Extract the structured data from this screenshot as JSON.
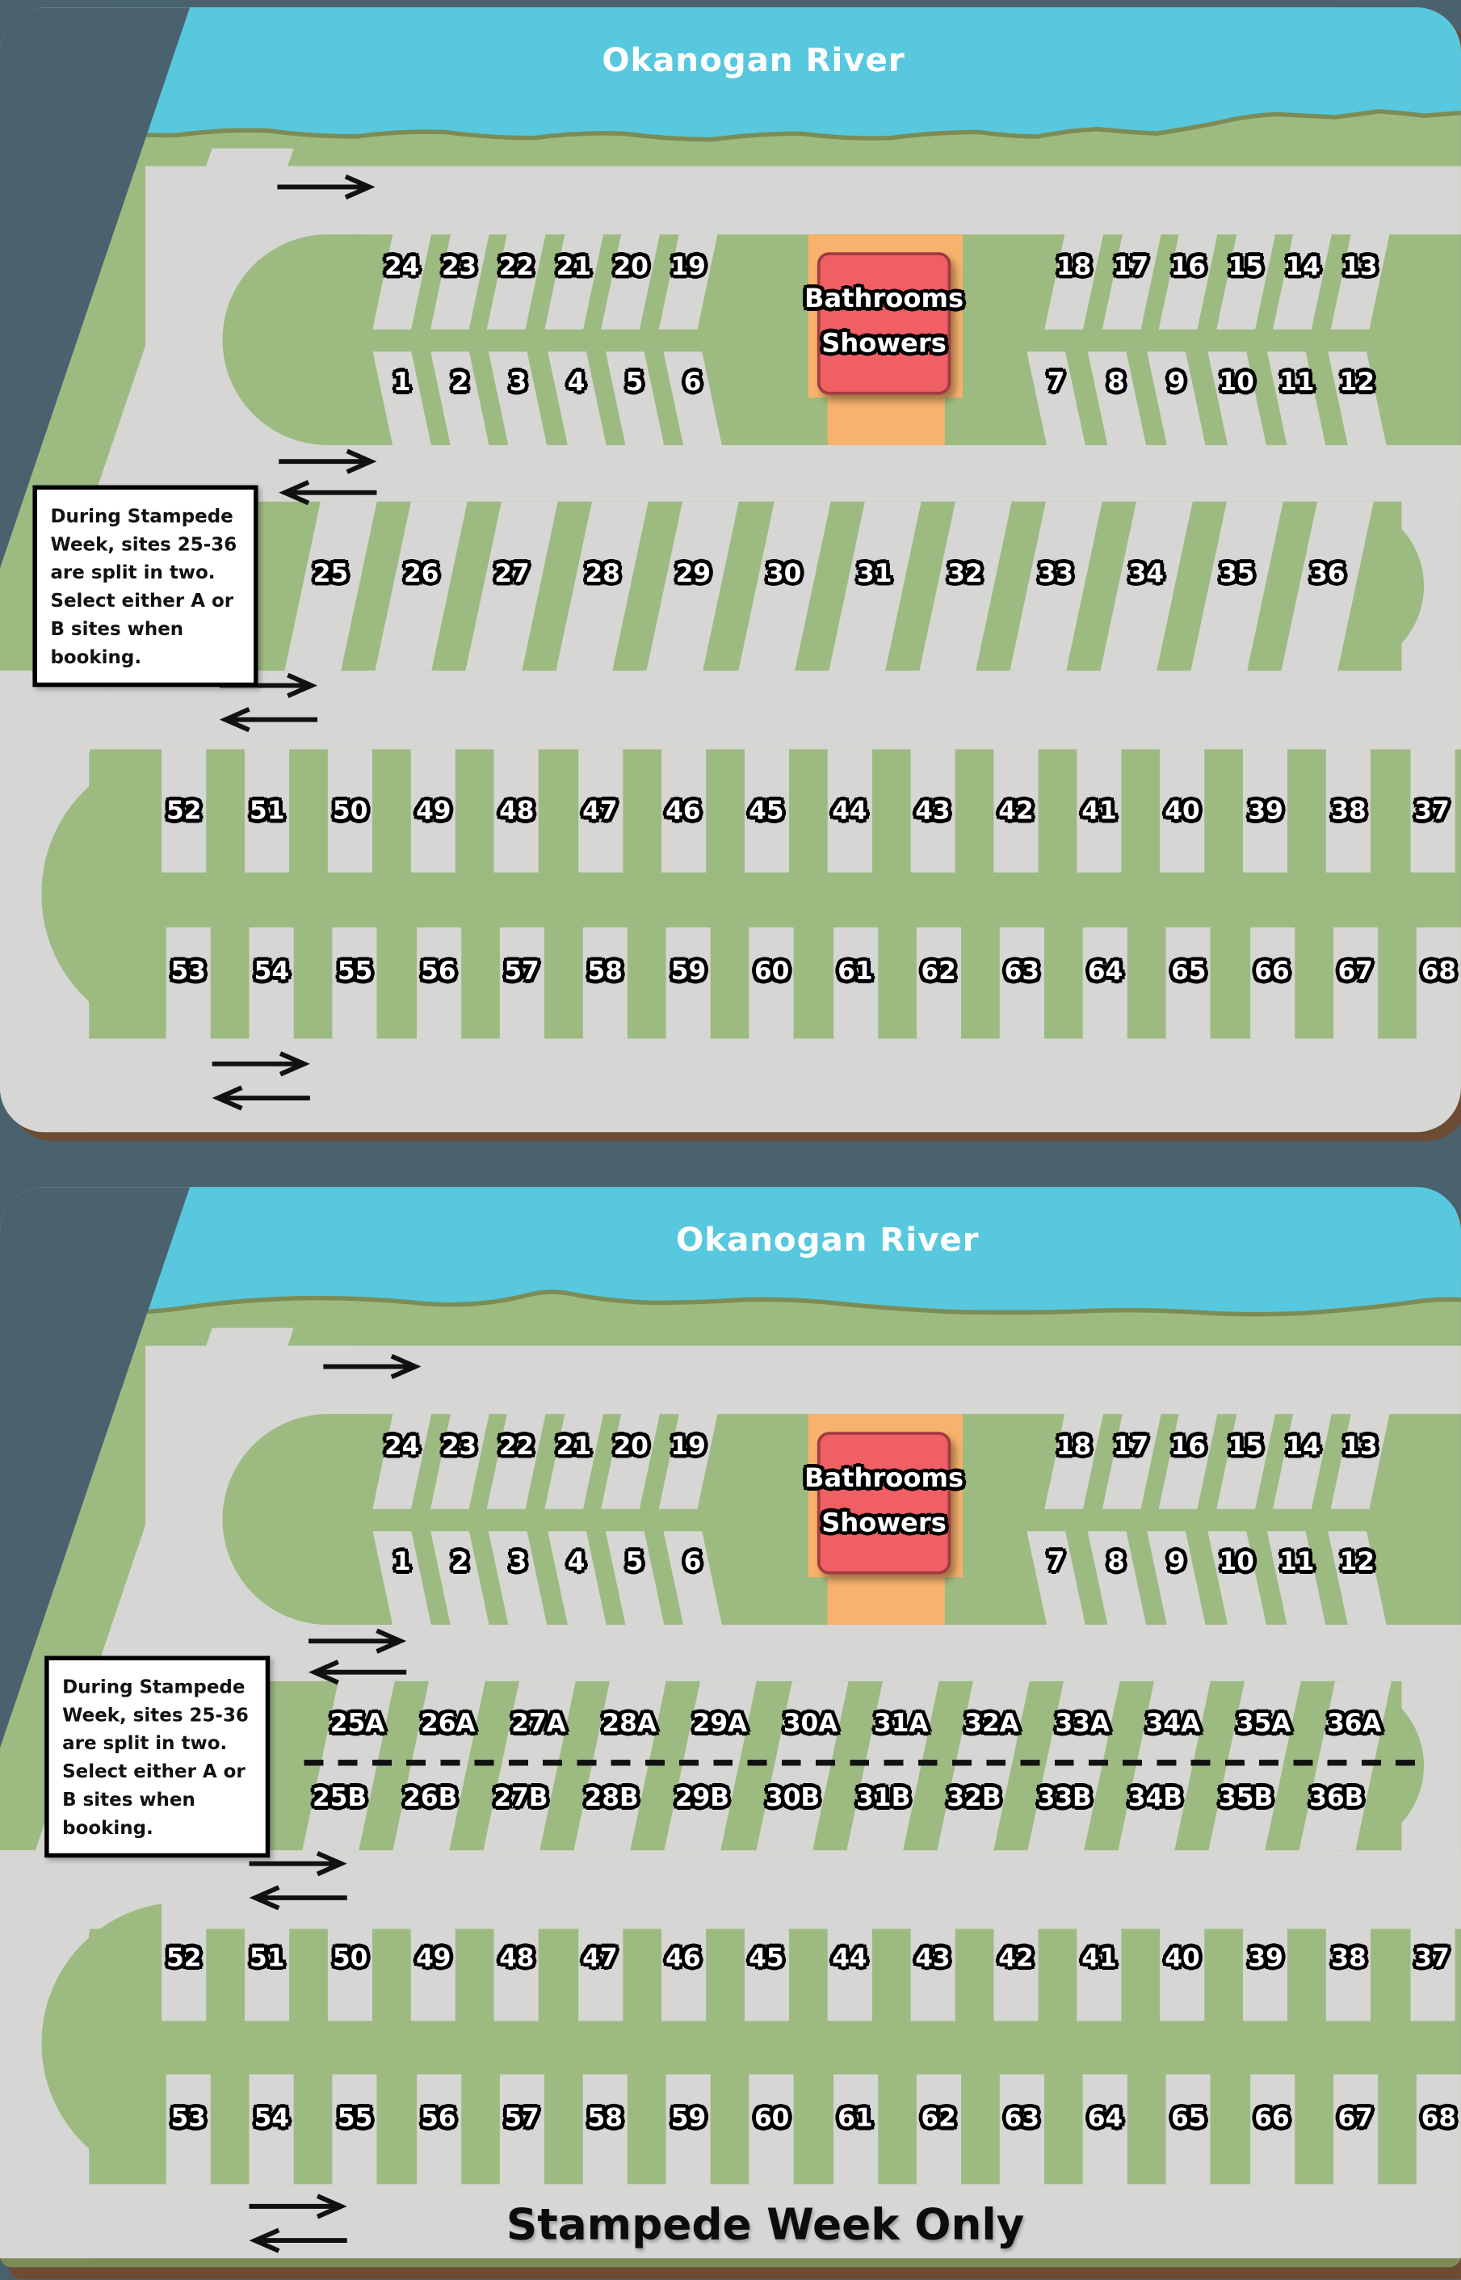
{
  "colors": {
    "slate": "#4a626d",
    "water": "#57c8de",
    "green": "#9dbb81",
    "road": "#d6d6d4",
    "orange": "#f8b26d",
    "red": "#ef5f64",
    "brown": "#6e4c33",
    "olive": "#7d8c55",
    "ink": "#111111"
  },
  "common": {
    "river_label": "Okanogan River",
    "bathrooms_line1": "Bathrooms",
    "bathrooms_line2": "Showers",
    "note_text": "During Stampede\nWeek, sites 25-36\nare split in two.\nSelect either A or\nB sites when\nbooking."
  },
  "sites": {
    "row1_top_left": [
      "24",
      "23",
      "22",
      "21",
      "20",
      "19"
    ],
    "row1_bottom_left": [
      "1",
      "2",
      "3",
      "4",
      "5",
      "6"
    ],
    "row1_top_right": [
      "18",
      "17",
      "16",
      "15",
      "14",
      "13"
    ],
    "row1_bottom_right": [
      "7",
      "8",
      "9",
      "10",
      "11",
      "12"
    ],
    "middle": [
      "25",
      "26",
      "27",
      "28",
      "29",
      "30",
      "31",
      "32",
      "33",
      "34",
      "35",
      "36"
    ],
    "middle_a": [
      "25A",
      "26A",
      "27A",
      "28A",
      "29A",
      "30A",
      "31A",
      "32A",
      "33A",
      "34A",
      "35A",
      "36A"
    ],
    "middle_b": [
      "25B",
      "26B",
      "27B",
      "28B",
      "29B",
      "30B",
      "31B",
      "32B",
      "33B",
      "34B",
      "35B",
      "36B"
    ],
    "lower_top": [
      "52",
      "51",
      "50",
      "49",
      "48",
      "47",
      "46",
      "45",
      "44",
      "43",
      "42",
      "41",
      "40",
      "39",
      "38",
      "37"
    ],
    "lower_bottom": [
      "53",
      "54",
      "55",
      "56",
      "57",
      "58",
      "59",
      "60",
      "61",
      "62",
      "63",
      "64",
      "65",
      "66",
      "67",
      "68"
    ]
  },
  "stampede_map": {
    "footer_label": "Stampede Week Only"
  }
}
